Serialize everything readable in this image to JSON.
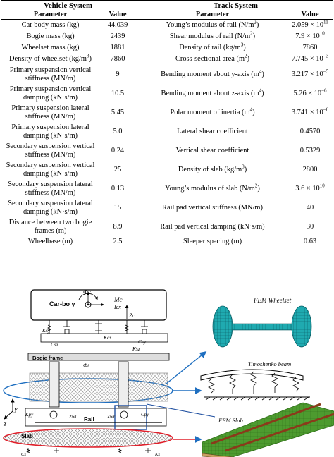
{
  "table": {
    "vehicle_system_title": "Vehicle System",
    "track_system_title": "Track System",
    "col_parameter": "Parameter",
    "col_value": "Value",
    "vehicle_rows": [
      {
        "param": "Car body mass (kg)",
        "value": "44,039"
      },
      {
        "param": "Bogie mass (kg)",
        "value": "2439"
      },
      {
        "param": "Wheelset mass (kg)",
        "value": "1881"
      },
      {
        "param": "Density of wheelset (kg/m",
        "param_sup": "3",
        "param_tail": ")",
        "value": "7860"
      },
      {
        "param": "Primary suspension vertical stiffness (MN/m)",
        "value": "9"
      },
      {
        "param": "Primary suspension vertical damping (kN·s/m)",
        "value": "10.5"
      },
      {
        "param": "Primary suspension lateral stiffness (MN/m)",
        "value": "5.45"
      },
      {
        "param": "Primary suspension lateral damping (kN·s/m)",
        "value": "5.0"
      },
      {
        "param": "Secondary suspension vertical stiffness (MN/m)",
        "value": "0.24"
      },
      {
        "param": "Secondary suspension vertical damping (kN·s/m)",
        "value": "25"
      },
      {
        "param": "Secondary suspension lateral stiffness (MN/m)",
        "value": "0.13"
      },
      {
        "param": "Secondary suspension lateral damping (kN·s/m)",
        "value": "15"
      },
      {
        "param": "Distance between two bogie frames (m)",
        "value": "8.9"
      },
      {
        "param": "Wheelbase (m)",
        "value": "2.5"
      }
    ],
    "track_rows": [
      {
        "param": "Young’s modulus of rail (N/m",
        "param_sup": "2",
        "param_tail": ")",
        "value": "2.059 × 10",
        "value_sup": "11"
      },
      {
        "param": "Shear modulus of rail (N/m",
        "param_sup": "2",
        "param_tail": ")",
        "value": "7.9 × 10",
        "value_sup": "10"
      },
      {
        "param": "Density of rail (kg/m",
        "param_sup": "3",
        "param_tail": ")",
        "value": "7860"
      },
      {
        "param": "Cross-sectional area (m",
        "param_sup": "2",
        "param_tail": ")",
        "value": "7.745 × 10",
        "value_sup": "−3"
      },
      {
        "param": "Bending moment about y-axis (m",
        "param_sup": "4",
        "param_tail": ")",
        "value": "3.217 × 10",
        "value_sup": "−5"
      },
      {
        "param": "Bending moment about z-axis (m",
        "param_sup": "4",
        "param_tail": ")",
        "value": "5.26 × 10",
        "value_sup": "−6"
      },
      {
        "param": "Polar moment of inertia (m",
        "param_sup": "4",
        "param_tail": ")",
        "value": "3.741 × 10",
        "value_sup": "−6"
      },
      {
        "param": "Lateral shear coefficient",
        "value": "0.4570"
      },
      {
        "param": "Vertical shear coefficient",
        "value": "0.5329"
      },
      {
        "param": "Density of slab (kg/m",
        "param_sup": "3",
        "param_tail": ")",
        "value": "2800"
      },
      {
        "param": "Young’s modulus of slab (N/m",
        "param_sup": "2",
        "param_tail": ")",
        "value": "3.6 × 10",
        "value_sup": "10"
      },
      {
        "param": "Rail pad vertical stiffness (MN/m)",
        "value": "40"
      },
      {
        "param": "Rail pad vertical damping (kN·s/m)",
        "value": "30"
      },
      {
        "param": "Sleeper spacing (m)",
        "value": "0.63"
      }
    ]
  },
  "figure": {
    "car_body_label": "Car-bo y",
    "phi_c": "Φc",
    "m_c": "Mc",
    "i_cx": "Icx",
    "z_c": "Zc",
    "k_sy": "Ksy",
    "c_sz": "Csz",
    "k_cs": "Kcs",
    "c_sy": "Csy",
    "k_sz": "Ksz",
    "bogie_frame_label": "Bogie frame",
    "phi_t": "Φt",
    "rail_label": "Rail",
    "slab_label": "Slab",
    "axis_z": "z",
    "axis_y": "y",
    "z_wl": "Zwl",
    "z_wr": "Zwr",
    "k_py": "Kpy",
    "c_py": "Cpy",
    "c_s": "Cs",
    "k_s": "Ks",
    "fem_wheelset": "FEM Wheelset",
    "timoshenko_beam": "Timoshenko beam",
    "fem_slab": "FEM Slab"
  }
}
